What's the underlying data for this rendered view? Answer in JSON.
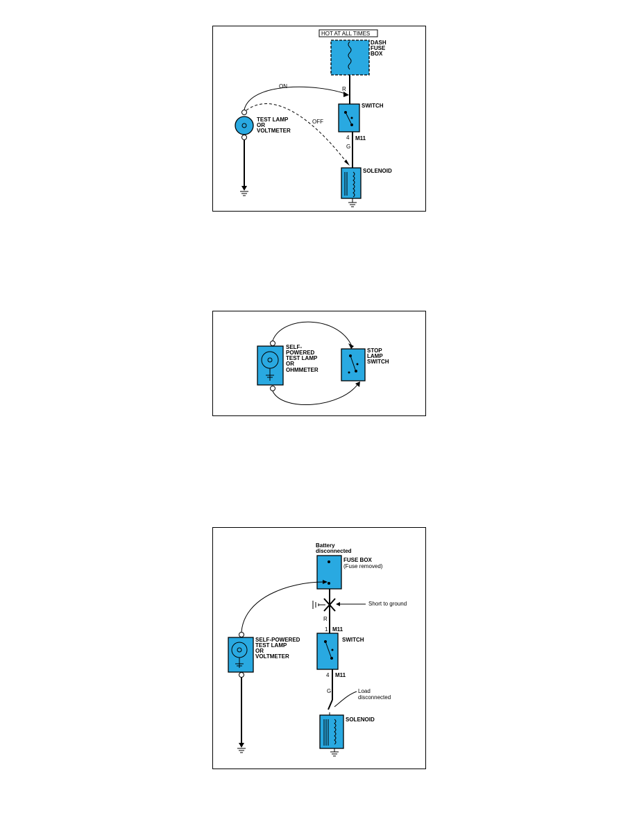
{
  "colors": {
    "component": "#29a9e1",
    "line": "#000000"
  },
  "diagram1": {
    "hot_label": "HOT AT ALL TIMES",
    "fuse_label": [
      "DASH",
      "FUSE",
      "BOX"
    ],
    "on_label": "ON",
    "off_label": "OFF",
    "wire_r": "R",
    "wire_g": "G",
    "switch_label": "SWITCH",
    "pin_4": "4",
    "connector_m11": "M11",
    "solenoid_label": "SOLENOID",
    "tester_label": [
      "TEST LAMP",
      "OR",
      "VOLTMETER"
    ]
  },
  "diagram2": {
    "tester_label": [
      "SELF-",
      "POWERED",
      "TEST LAMP",
      "OR",
      "OHMMETER"
    ],
    "switch_label": [
      "STOP",
      "LAMP",
      "SWITCH"
    ]
  },
  "diagram3": {
    "battery_label": [
      "Battery",
      "disconnected"
    ],
    "fuse_label": "FUSE BOX",
    "fuse_note": "(Fuse removed)",
    "short_label": "Short to ground",
    "wire_r": "R",
    "pin_1": "1",
    "connector_m11_top": "M11",
    "switch_label": "SWITCH",
    "pin_4": "4",
    "connector_m11_bottom": "M11",
    "wire_g": "G",
    "load_label": [
      "Load",
      "disconnected"
    ],
    "solenoid_label": "SOLENOID",
    "tester_label": [
      "SELF-POWERED",
      "TEST LAMP",
      "OR",
      "VOLTMETER"
    ]
  }
}
